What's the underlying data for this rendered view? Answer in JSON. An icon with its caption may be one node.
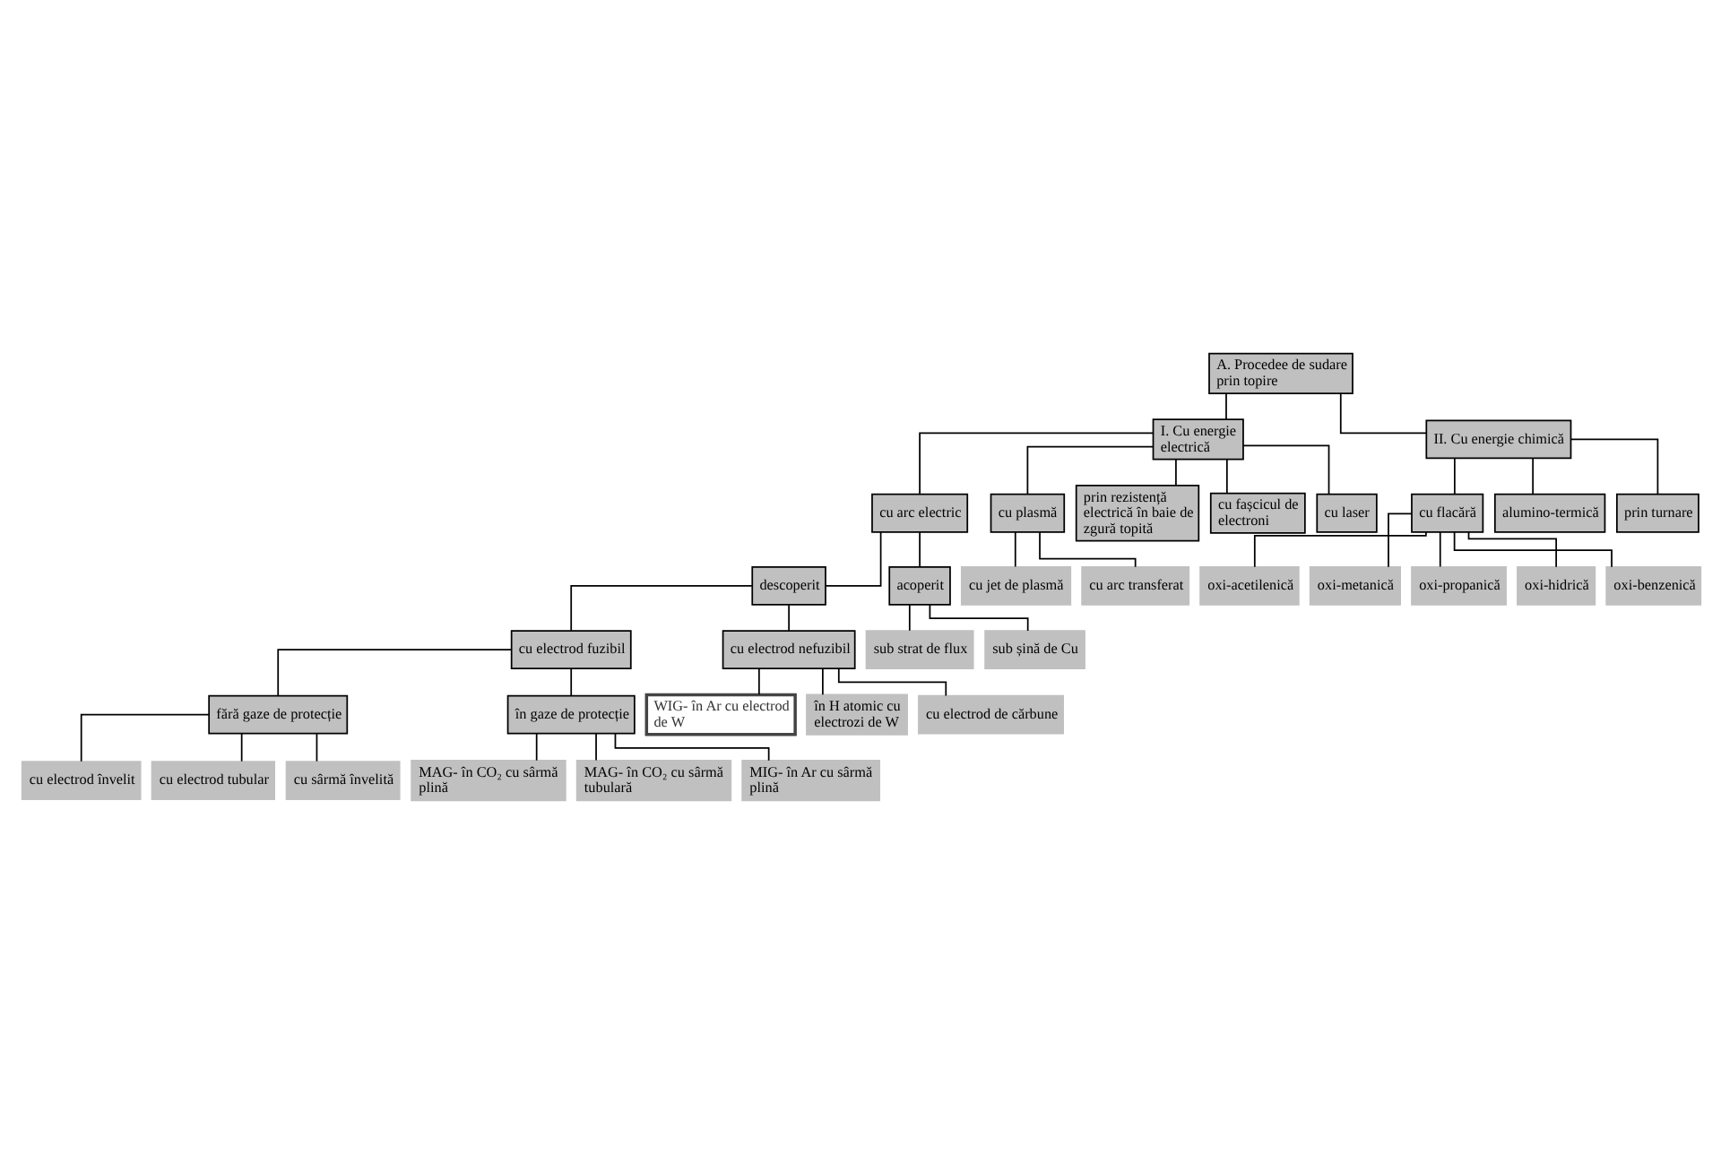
{
  "diagram": {
    "nodes": [
      {
        "text": [
          "A. Procedee de sudare prin topire"
        ]
      },
      {
        "text": [
          "I. Cu energie electrică"
        ]
      },
      {
        "text": [
          "II. Cu energie chimică"
        ]
      },
      {
        "text": [
          "cu arc electric"
        ]
      },
      {
        "text": [
          "sub strat de flux"
        ]
      },
      {
        "text": [
          "sub șină de Cu"
        ]
      },
      {
        "text": [
          "descoperit"
        ]
      },
      {
        "text": [
          "acoperit"
        ]
      },
      {
        "text": [
          "cu electrod fuzibil"
        ]
      },
      {
        "text": [
          "cu electrod nefuzibil"
        ]
      },
      {
        "text": [
          "fără gaze de protecție"
        ]
      },
      {
        "text": [
          "în gaze de protecție"
        ]
      },
      {
        "text": [
          "cu electrod învelit"
        ]
      },
      {
        "text": [
          "cu electrod tubular"
        ]
      },
      {
        "text": [
          "cu sârmă învelită"
        ]
      },
      {
        "text": [
          "MAG- în CO₂ cu sârmă plină"
        ]
      },
      {
        "text": [
          "MAG- în CO₂ cu sârmă tubulară"
        ]
      },
      {
        "text": [
          "MIG- în Ar cu sârmă plină"
        ]
      },
      {
        "text": [
          "WIG- în Ar cu electrod de W"
        ]
      },
      {
        "text": [
          "în H atomic cu electrozi de W"
        ]
      },
      {
        "text": [
          "cu electrod de cărbune"
        ]
      },
      {
        "text": [
          "cu plasmă"
        ]
      },
      {
        "text": [
          "cu jet de plasmă"
        ]
      },
      {
        "text": [
          "cu arc transferat"
        ]
      },
      {
        "text": [
          "prin rezistență electrică în baie de zgură topită"
        ]
      },
      {
        "text": [
          "cu fașcicul de electroni"
        ]
      },
      {
        "text": [
          "cu laser"
        ]
      },
      {
        "text": [
          "cu flacără"
        ]
      },
      {
        "text": [
          "oxi-acetilenică"
        ]
      },
      {
        "text": [
          "oxi-metanică"
        ]
      },
      {
        "text": [
          "oxi-propanică"
        ]
      },
      {
        "text": [
          "oxi-hidrică"
        ]
      },
      {
        "text": [
          "oxi-benzenică"
        ]
      },
      {
        "text": [
          "alumino-termică"
        ]
      },
      {
        "text": [
          "prin turnare"
        ]
      }
    ],
    "edges": [
      {
        "from": 0,
        "to": 1,
        "arrow": "none"
      },
      {
        "from": 0,
        "to": 2,
        "arrow": "none"
      },
      {
        "from": 1,
        "to": 3,
        "arrow": "none"
      },
      {
        "from": 1,
        "to": 21,
        "arrow": "none"
      },
      {
        "from": 1,
        "to": 24,
        "arrow": "none"
      },
      {
        "from": 1,
        "to": 25,
        "arrow": "none"
      },
      {
        "from": 1,
        "to": 26,
        "arrow": "none"
      },
      {
        "from": 3,
        "to": 6,
        "arrow": "none"
      },
      {
        "from": 3,
        "to": 7,
        "arrow": "none"
      },
      {
        "from": 7,
        "to": 4,
        "arrow": "none"
      },
      {
        "from": 7,
        "to": 5,
        "arrow": "none"
      },
      {
        "from": 6,
        "to": 8,
        "arrow": "none"
      },
      {
        "from": 6,
        "to": 9,
        "arrow": "none"
      },
      {
        "from": 8,
        "to": 10,
        "arrow": "none"
      },
      {
        "from": 8,
        "to": 11,
        "arrow": "none"
      },
      {
        "from": 10,
        "to": 12,
        "arrow": "none"
      },
      {
        "from": 10,
        "to": 13,
        "arrow": "none"
      },
      {
        "from": 10,
        "to": 14,
        "arrow": "none"
      },
      {
        "from": 11,
        "to": 15,
        "arrow": "none"
      },
      {
        "from": 11,
        "to": 16,
        "arrow": "none"
      },
      {
        "from": 11,
        "to": 17,
        "arrow": "none"
      },
      {
        "from": 9,
        "to": 18,
        "arrow": "none"
      },
      {
        "from": 9,
        "to": 19,
        "arrow": "none"
      },
      {
        "from": 9,
        "to": 20,
        "arrow": "none"
      },
      {
        "from": 21,
        "to": 22,
        "arrow": "none"
      },
      {
        "from": 21,
        "to": 23,
        "arrow": "none"
      },
      {
        "from": 2,
        "to": 27,
        "arrow": "none"
      },
      {
        "from": 2,
        "to": 33,
        "arrow": "none"
      },
      {
        "from": 2,
        "to": 34,
        "arrow": "none"
      },
      {
        "from": 27,
        "to": 28,
        "arrow": "none"
      },
      {
        "from": 27,
        "to": 29,
        "arrow": "none"
      },
      {
        "from": 27,
        "to": 30,
        "arrow": "none"
      },
      {
        "from": 27,
        "to": 31,
        "arrow": "none"
      },
      {
        "from": 27,
        "to": 32,
        "arrow": "none"
      }
    ]
  }
}
